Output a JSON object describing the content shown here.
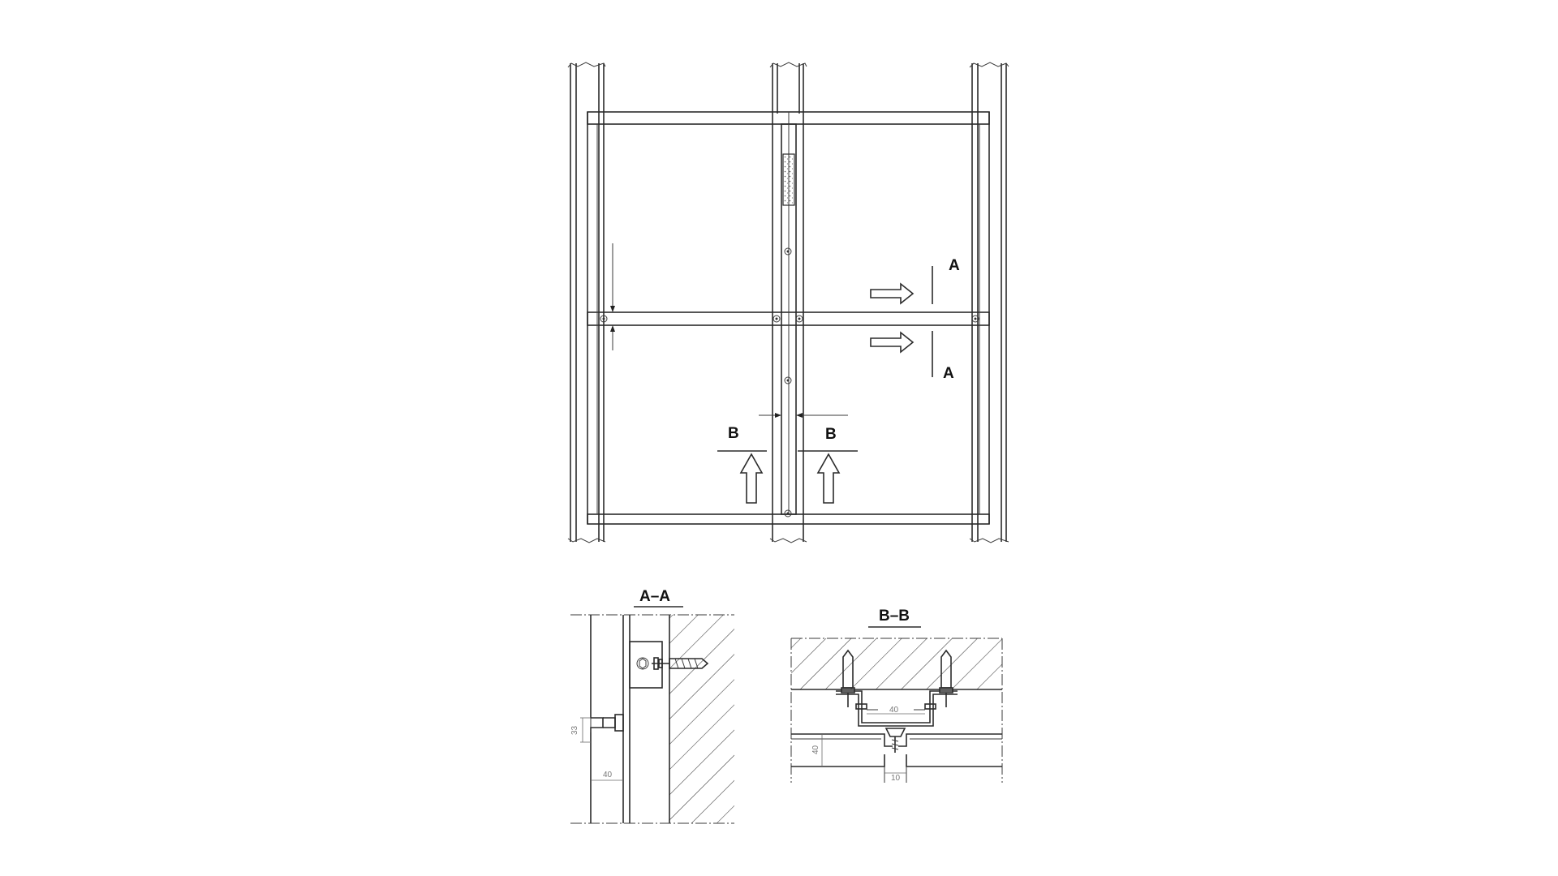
{
  "main_view": {
    "section_mark_a_top": "A",
    "section_mark_a_bottom": "A",
    "section_mark_b_left": "B",
    "section_mark_b_right": "B"
  },
  "section_aa": {
    "title": "A–A",
    "dim_vertical": "33",
    "dim_horizontal": "40"
  },
  "section_bb": {
    "title": "B–B",
    "dim_vertical": "40",
    "dim_top": "40",
    "dim_bottom": "10"
  }
}
